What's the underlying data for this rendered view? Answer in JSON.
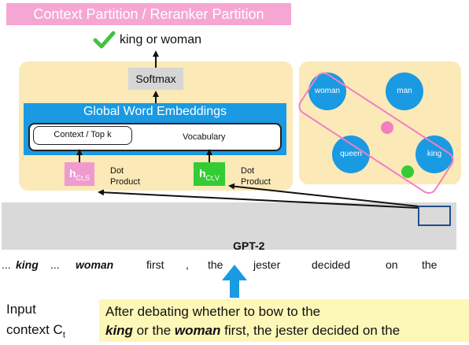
{
  "banner": "Context Partition / Reranker Partition",
  "output_label": "king or woman",
  "check_icon": "check-mark-icon",
  "softmax": "Softmax",
  "global_word_embeddings": "Global Word Embeddings",
  "context_topk": "Context / Top k",
  "vocabulary": "Vocabulary",
  "h_s": {
    "main": "h",
    "sub": "Ct,S"
  },
  "h_v": {
    "main": "h",
    "sub": "Ct,V"
  },
  "dot_product": "Dot Product",
  "words": [
    "woman",
    "man",
    "queen",
    "king"
  ],
  "gpt2": "GPT-2",
  "tokens": [
    "...",
    "king",
    "...",
    "woman",
    "first",
    ",",
    "the",
    "jester",
    "decided",
    "on",
    "the"
  ],
  "input_label": {
    "line1": "Input",
    "line2": "context C",
    "sub": "t"
  },
  "input_text": {
    "line1": "After debating whether to bow to the",
    "w_king": "king",
    "mid1": " or the ",
    "w_woman": "woman",
    "mid2": " first, the jester decided on the"
  },
  "colors": {
    "pink": "#f09ad0",
    "blue": "#1a9ae2",
    "green": "#33cc33",
    "panel": "#fbe9b8",
    "gray": "#d9d9d9",
    "yellow": "#fdf7b8"
  }
}
